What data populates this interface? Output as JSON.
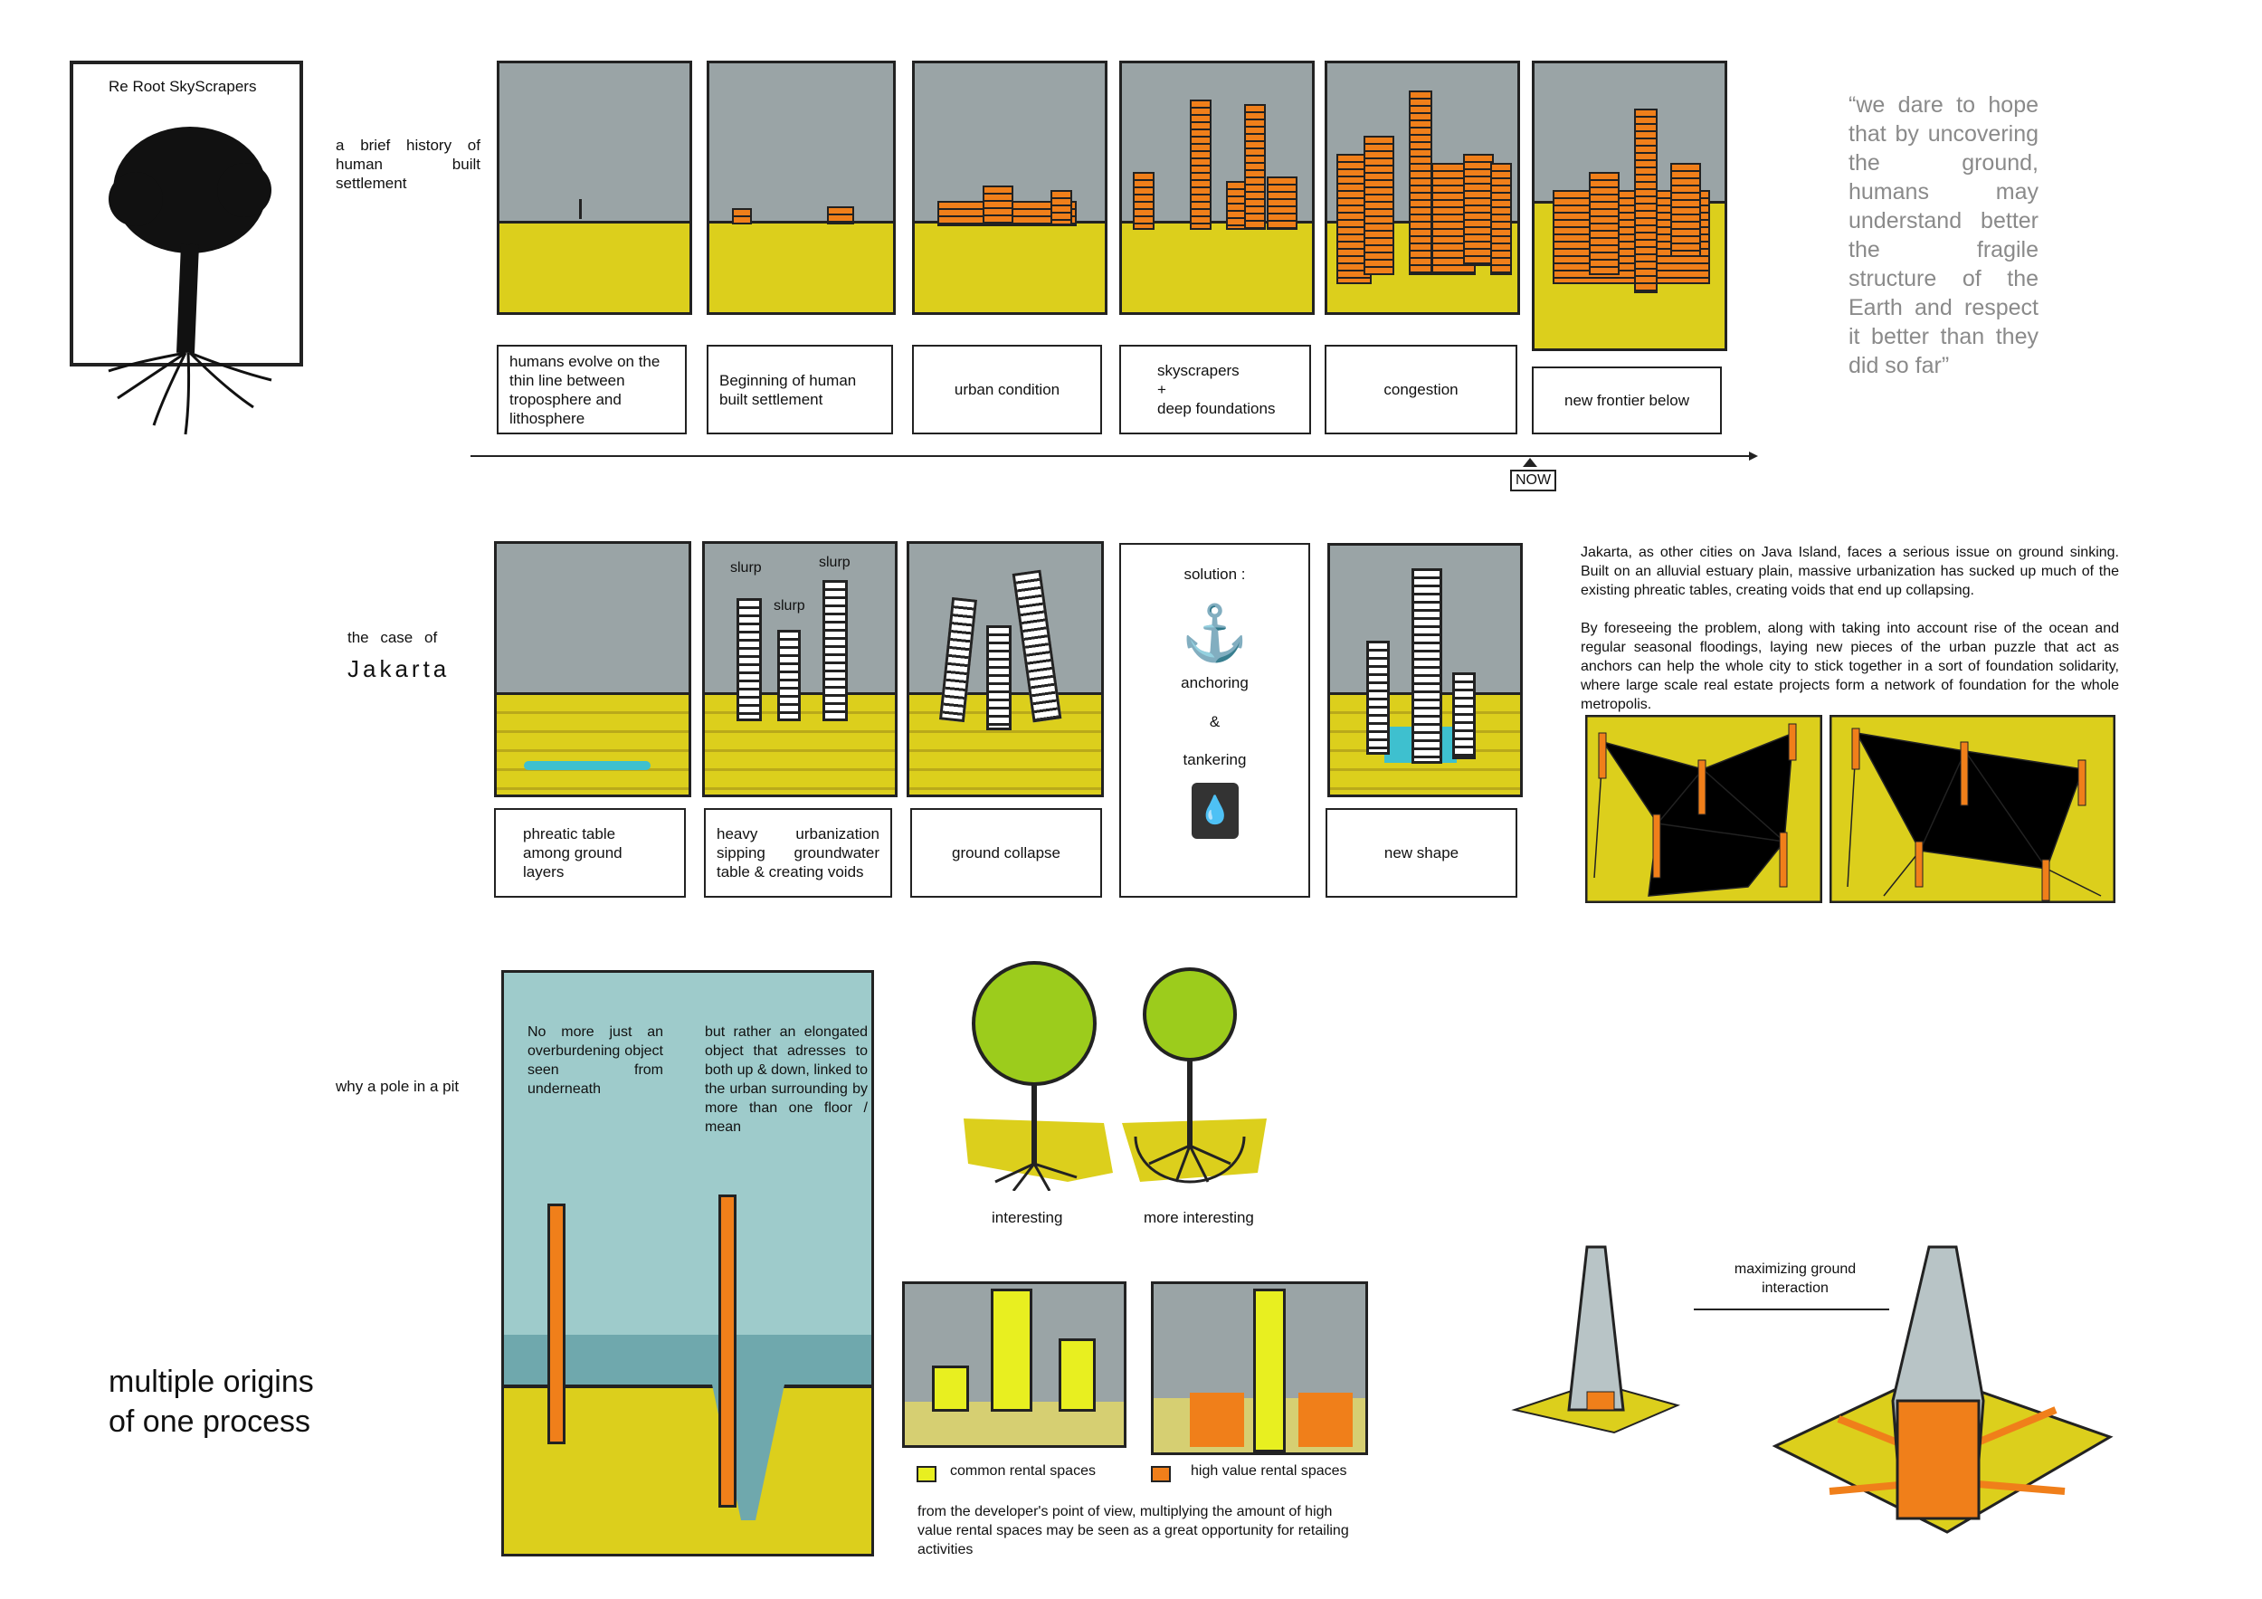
{
  "poster_card": {
    "title": "Re Root SkyScrapers"
  },
  "history": {
    "label": "a brief history of human built settlement",
    "captions": [
      "humans evolve on the thin line between troposphere and lithosphere",
      "Beginning of human built settlement",
      "urban condition",
      "skyscrapers\n+\ndeep foundations",
      "congestion",
      "new frontier below"
    ],
    "now_marker": "NOW"
  },
  "quote": "“we dare to hope that by uncovering the ground, humans may understand better the fragile structure of the Earth and respect it better than they did so far”",
  "jakarta": {
    "label_small": "the case of",
    "label_big": "Jakarta",
    "slurp": [
      "slurp",
      "slurp",
      "slurp"
    ],
    "captions": [
      "phreatic table among ground layers",
      "heavy urbanization sipping groundwater table & creating voids",
      "ground collapse",
      "new shape"
    ],
    "solution": {
      "title": "solution :",
      "anchoring": "anchoring",
      "and": "&",
      "tankering": "tankering"
    },
    "text_p1": "Jakarta, as other cities on Java Island, faces a serious issue on ground sinking. Built on an alluvial estuary plain, massive urbanization has sucked up much of the existing phreatic tables, creating voids that end up collapsing.",
    "text_p2": "By foreseeing the problem, along with taking into account rise of the ocean and regular seasonal floodings, laying new pieces of the urban puzzle that act as anchors can help the whole city to stick together in a sort of foundation solidarity, where large scale real estate projects form a network of foundation for the whole metropolis."
  },
  "pit": {
    "label": "why a pole in a pit",
    "text_left": "No more just an overburdening object seen from underneath",
    "text_right": "but rather an elongated object that adresses to both up & down, linked to the urban surrounding by more than one floor / mean"
  },
  "process_title": "multiple origins of one process",
  "trees": {
    "left": "interesting",
    "right": "more interesting"
  },
  "rental": {
    "legend_common": "common rental spaces",
    "legend_high": "high value rental spaces",
    "footer": "from the developer's point of view, multiplying the amount of high value rental spaces may be seen as a great opportunity for retailing activities"
  },
  "towers": {
    "label": "maximizing ground interaction"
  },
  "colors": {
    "sky": "#9aa4a6",
    "ground": "#dccf1c",
    "orange": "#f07f1a",
    "water": "#9ecbcb",
    "lime": "#e8ef20",
    "tree": "#9ccc1c"
  }
}
